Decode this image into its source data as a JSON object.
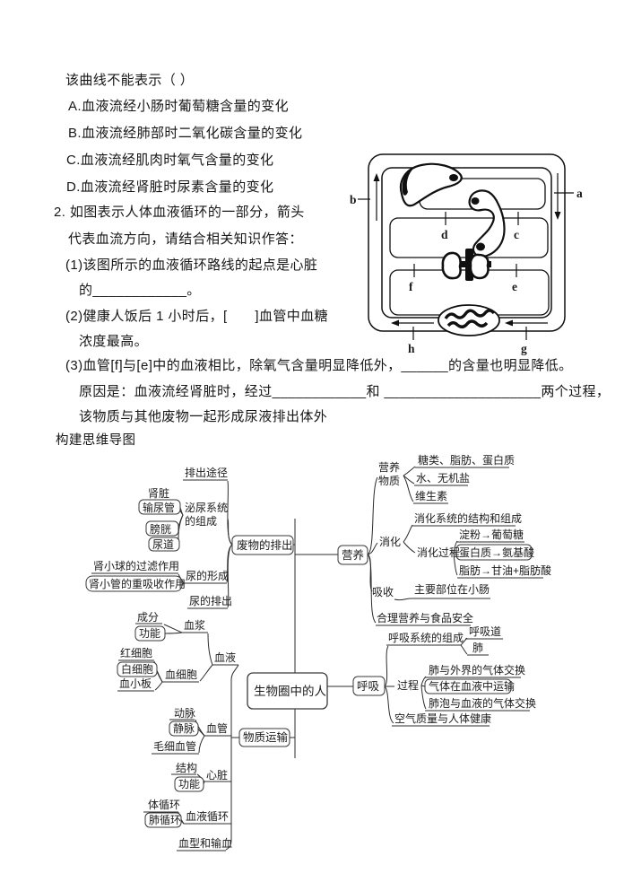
{
  "document": {
    "question1_tail": {
      "stem": "该曲线不能表示（  ）",
      "options": [
        "A.血液流经小肠时葡萄糖含量的变化",
        "B.血液流经肺部时二氧化碳含量的变化",
        "C.血液流经肌肉时氧气含量的变化",
        "D.血液流经肾脏时尿素含量的变化"
      ]
    },
    "question2": {
      "intro_line1": "2. 如图表示人体血液循环的一部分，箭头",
      "intro_line2": "代表血流方向，请结合相关知识作答：",
      "part1_line1": "(1)该图所示的血液循环路线的起点是心脏",
      "part1_line2": "的____________。",
      "part2_line1": "(2)健康人饭后 1 小时后，[　　]血管中血糖",
      "part2_line2": "浓度最高。",
      "part3_line1": "(3)血管[f]与[e]中的血液相比，除氧气含量明显降低外，______的含量也明显降低。",
      "part3_line2": "原因是：血液流经肾脏时，经过____________和 ____________________两个过程，",
      "part3_line3": "该物质与其他废物一起形成尿液排出体外"
    },
    "mindmap_title": "构建思维导图"
  },
  "circulation": {
    "labels": {
      "a": "a",
      "b": "b",
      "c": "c",
      "d": "d",
      "e": "e",
      "f": "f",
      "g": "g",
      "h": "h"
    }
  },
  "mindmap": {
    "central": "生物圈中的人",
    "waste": {
      "label": "废物的排出",
      "path": "排出途径",
      "urinary": {
        "l1": "泌尿系统",
        "l2": "的组成",
        "organs": [
          "肾脏",
          "输尿管",
          "膀胱",
          "尿道"
        ]
      },
      "formation": {
        "label": "尿的形成",
        "items": [
          "肾小球的过滤作用",
          "肾小管的重吸收作用"
        ]
      },
      "excretion": "尿的排出"
    },
    "nutrition": {
      "label": "营养",
      "nutrients": {
        "l1": "营养",
        "l2": "物质",
        "items": [
          "糖类、脂肪、蛋白质",
          "水、无机盐",
          "维生素"
        ]
      },
      "digestion": {
        "label": "消化",
        "structure": "消化系统的结构和组成",
        "process": {
          "label": "消化过程",
          "items": [
            "淀粉→葡萄糖",
            "蛋白质→氨基酸",
            "脂肪→甘油+脂肪酸"
          ]
        }
      },
      "absorption": {
        "label": "吸收",
        "site": "主要部位在小肠"
      },
      "diet": "合理营养与食品安全"
    },
    "respiration": {
      "label": "呼吸",
      "system": {
        "label": "呼吸系统的组成",
        "parts": [
          "呼吸道",
          "肺"
        ]
      },
      "process": {
        "label": "过程",
        "steps": [
          "肺与外界的气体交换",
          "气体在血液中运输",
          "肺泡与血液的气体交换"
        ]
      },
      "air": "空气质量与人体健康"
    },
    "transport": {
      "label": "物质运输",
      "blood": {
        "label": "血液",
        "plasma": {
          "label": "血浆",
          "items": [
            "成分",
            "功能"
          ]
        },
        "cells": {
          "label": "血细胞",
          "items": [
            "红细胞",
            "白细胞",
            "血小板"
          ]
        }
      },
      "vessels": {
        "label": "血管",
        "items": [
          "动脉",
          "静脉",
          "毛细血管"
        ]
      },
      "heart": {
        "label": "心脏",
        "items": [
          "结构",
          "功能"
        ]
      },
      "circulation": {
        "label": "血液循环",
        "items": [
          "体循环",
          "肺循环"
        ]
      },
      "bloodtype": "血型和输血"
    }
  }
}
